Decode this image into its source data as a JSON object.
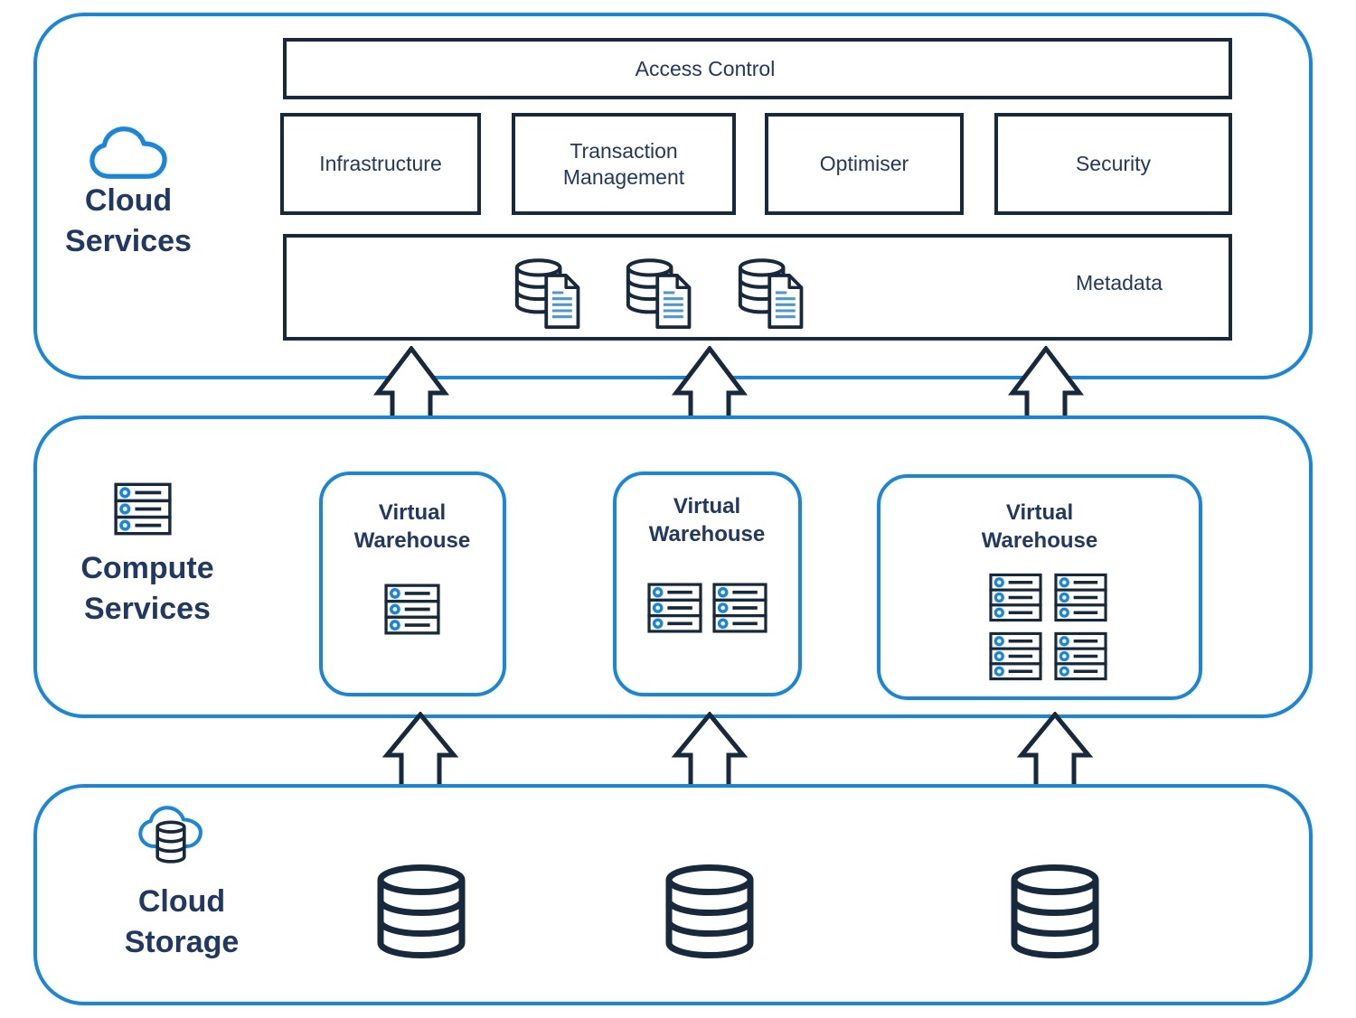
{
  "diagram": {
    "sections": {
      "cloud_services": {
        "label": "Cloud Services"
      },
      "compute_services": {
        "label": "Compute Services"
      },
      "cloud_storage": {
        "label": "Cloud Storage"
      }
    },
    "cloud_service_boxes": {
      "access_control": {
        "label": "Access Control"
      },
      "infrastructure": {
        "label": "Infrastructure"
      },
      "transaction_management": {
        "label": "Transaction Management"
      },
      "optimiser": {
        "label": "Optimiser"
      },
      "security": {
        "label": "Security"
      },
      "metadata": {
        "label": "Metadata"
      }
    },
    "warehouses": [
      {
        "label": "Virtual Warehouse",
        "server_count": 1
      },
      {
        "label": "Virtual Warehouse",
        "server_count": 2
      },
      {
        "label": "Virtual Warehouse",
        "server_count": 4
      }
    ],
    "metadata_database_icon_count": 3,
    "storage_database_count": 3,
    "colors": {
      "accent_blue": "#1686E0",
      "dark_navy": "#17293C",
      "text_navy": "#1F3864",
      "doc_line_blue": "#4D96D8"
    }
  }
}
